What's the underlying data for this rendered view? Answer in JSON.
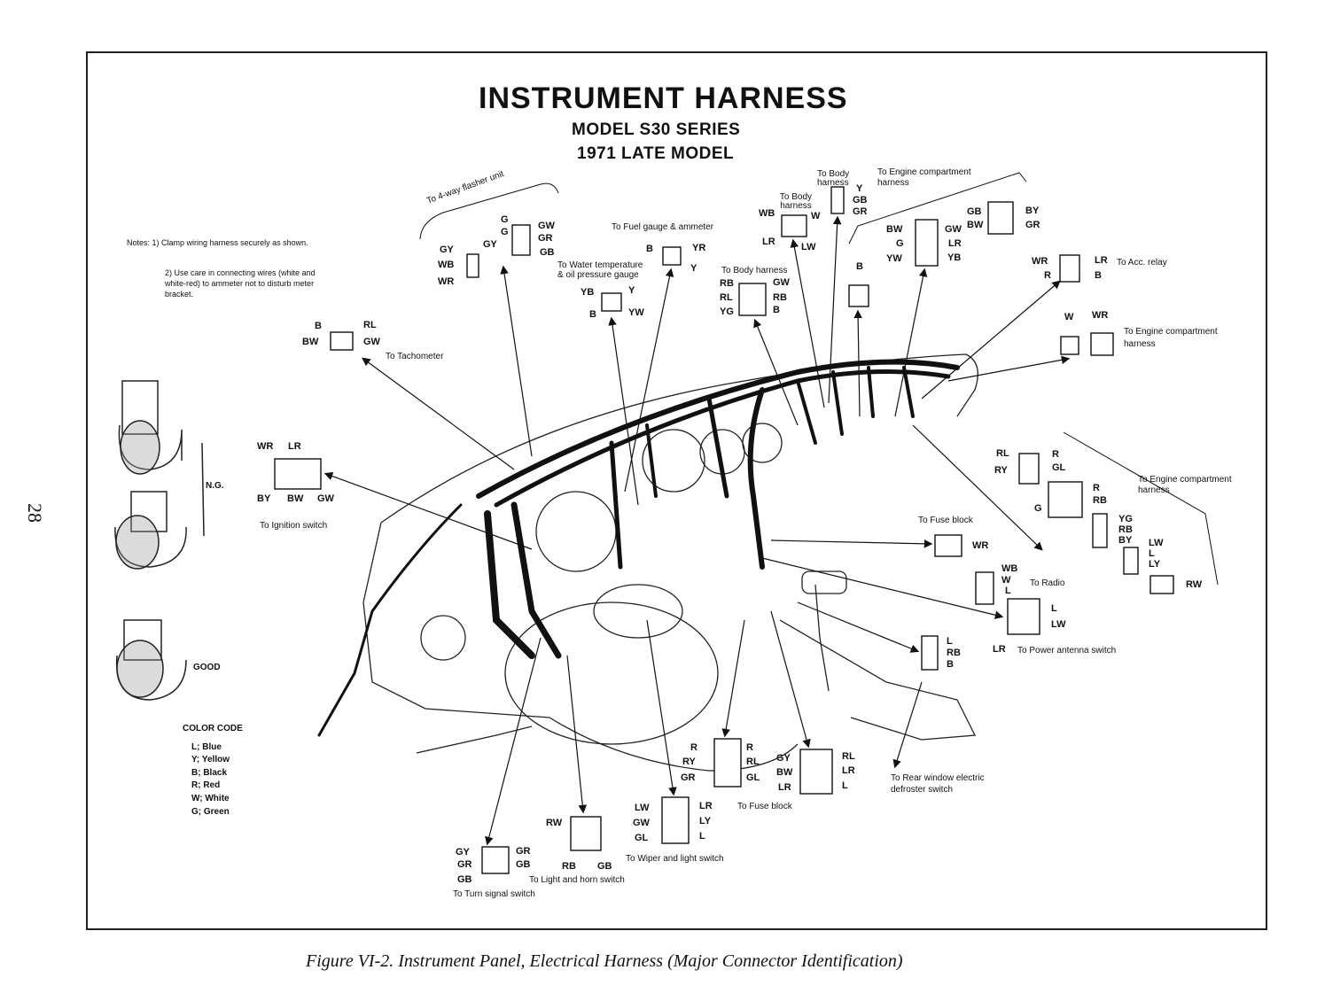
{
  "title": "INSTRUMENT HARNESS",
  "subtitle_1": "MODEL S30 SERIES",
  "subtitle_2": "1971 LATE MODEL",
  "page_number": "28",
  "caption": "Figure VI-2. Instrument Panel, Electrical Harness (Major Connector Identification)",
  "notes": {
    "heading": "Notes:",
    "note_1": "1) Clamp wiring harness securely as shown.",
    "note_2": "2) Use care in connecting wires (white and white-red) to ammeter not to disturb meter bracket."
  },
  "clamp_labels": {
    "ng": "N.G.",
    "good": "GOOD"
  },
  "color_code": {
    "heading": "COLOR CODE",
    "entries": [
      "L; Blue",
      "Y; Yellow",
      "B; Black",
      "R; Red",
      "W; White",
      "G; Green"
    ]
  },
  "destinations": {
    "flasher": "To 4-way flasher unit",
    "fuel_gauge": "To Fuel gauge & ammeter",
    "water_temp_1": "To Water temperature",
    "water_temp_2": "& oil pressure gauge",
    "tachometer": "To Tachometer",
    "body_harness_a": "To Body harness",
    "body_harness_b": "To Body harness",
    "body_harness_c": "To Body harness",
    "engine_comp_1": "To Engine compartment harness",
    "acc_relay": "To Acc. relay",
    "engine_comp_2": "To Engine compartment harness",
    "engine_comp_3": "To Engine compartment harness",
    "ignition": "To Ignition switch",
    "fuse_block_1": "To Fuse block",
    "radio": "To Radio",
    "power_antenna": "To Power antenna switch",
    "rear_window": "To Rear window electric defroster switch",
    "fuse_block_2": "To Fuse block",
    "wiper_light": "To Wiper and light switch",
    "light_horn": "To Light and horn switch",
    "turn_signal": "To Turn signal switch"
  },
  "connectors": {
    "flasher": {
      "left": [
        "G",
        "G",
        "GY"
      ],
      "right": [
        "GW",
        "GR",
        "GB"
      ]
    },
    "flasher_b": {
      "left": [
        "GY",
        "WB",
        "WR"
      ]
    },
    "fuel": {
      "left": [
        "B"
      ],
      "right": [
        "YR",
        "Y"
      ]
    },
    "water": {
      "left": [
        "YB",
        "B"
      ],
      "right": [
        "Y",
        "YW"
      ]
    },
    "tach": {
      "left": [
        "B",
        "BW"
      ],
      "right": [
        "RL",
        "GW"
      ]
    },
    "body_a": {
      "left": [
        "RB",
        "RL",
        "YG"
      ],
      "right": [
        "GW",
        "RB",
        "B"
      ]
    },
    "body_b": {
      "left": [
        "WB",
        "LR"
      ],
      "right": [
        "W",
        "LW"
      ]
    },
    "body_c": {
      "right": [
        "Y",
        "GB",
        "GR"
      ]
    },
    "eng_a": {
      "left": [
        "BW",
        "G",
        "YW"
      ],
      "right": [
        "GW",
        "LR",
        "YB"
      ]
    },
    "eng_b": {
      "left": [
        "GB",
        "BW"
      ],
      "right": [
        "BY",
        "GR"
      ]
    },
    "single_b": "B",
    "acc": {
      "left": [
        "WR",
        "R"
      ],
      "right": [
        "LR",
        "B"
      ]
    },
    "eng_c": {
      "labels": [
        "W",
        "WR"
      ]
    },
    "eng_d": {
      "left": [
        "RL",
        "RY"
      ],
      "right": [
        "R",
        "GL"
      ]
    },
    "eng_e": {
      "left": [
        "G"
      ],
      "right": [
        "R",
        "RB"
      ]
    },
    "eng_f": {
      "right": [
        "YG",
        "RB",
        "BY"
      ]
    },
    "eng_g": {
      "right": [
        "LW",
        "L",
        "LY"
      ]
    },
    "eng_h": {
      "right": [
        "RW"
      ]
    },
    "ign": {
      "top": [
        "WR",
        "LR"
      ],
      "bottom": [
        "BY",
        "BW",
        "GW"
      ]
    },
    "fuse1": {
      "right": [
        "WR"
      ]
    },
    "radio": {
      "right": [
        "WB",
        "W",
        "L"
      ]
    },
    "antenna": {
      "right": [
        "L",
        "LW"
      ],
      "bottom": [
        "LR"
      ]
    },
    "rear": {
      "right": [
        "L",
        "RB",
        "B"
      ]
    },
    "fuse2a": {
      "left": [
        "R",
        "RY",
        "GR"
      ],
      "right": [
        "R",
        "RL",
        "GL"
      ]
    },
    "fuse2b": {
      "left": [
        "GY",
        "BW",
        "LR"
      ],
      "right": [
        "RL",
        "LR",
        "L"
      ]
    },
    "wiper": {
      "left": [
        "LW",
        "GW",
        "GL"
      ],
      "right": [
        "LR",
        "LY",
        "L"
      ]
    },
    "horn": {
      "left": [
        "RW"
      ],
      "bottom": [
        "RB",
        "GB"
      ]
    },
    "turn": {
      "left": [
        "GY",
        "GR",
        "GB"
      ],
      "right": [
        "GR",
        "GB"
      ]
    }
  }
}
